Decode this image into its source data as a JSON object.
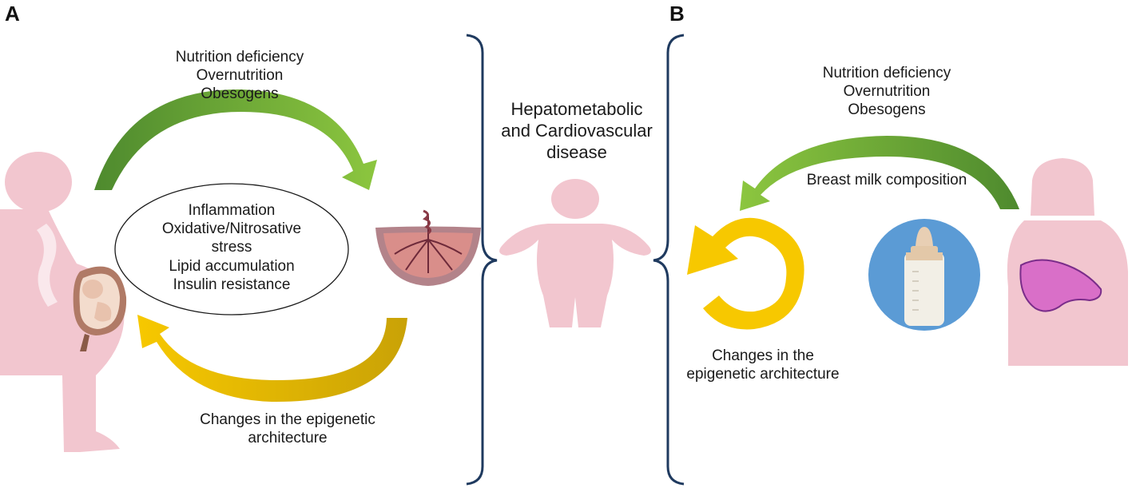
{
  "panels": {
    "a": {
      "label": "A",
      "top_factors": [
        "Nutrition deficiency",
        "Overnutrition",
        "Obesogens"
      ],
      "center_effects": [
        "Inflammation",
        "Oxidative/Nitrosative",
        "stress",
        "Lipid accumulation",
        "Insulin resistance"
      ],
      "bottom_text": [
        "Changes in the epigenetic",
        "architecture"
      ]
    },
    "center": {
      "outcome": [
        "Hepatometabolic",
        "and Cardiovascular",
        "disease"
      ]
    },
    "b": {
      "label": "B",
      "top_factors": [
        "Nutrition deficiency",
        "Overnutrition",
        "Obesogens"
      ],
      "arrow_label": "Breast milk composition",
      "bottom_text": [
        "Changes in the",
        "epigenetic architecture"
      ]
    }
  },
  "icons": [
    "pregnant-woman-icon",
    "fetus-icon",
    "placenta-icon",
    "child-silhouette-icon",
    "mother-silhouette-icon",
    "liver-icon",
    "baby-bottle-icon"
  ],
  "colors": {
    "silhouette_pink": "#f2c6cf",
    "arrow_green_dark": "#4e8a2e",
    "arrow_green_light": "#8cc63f",
    "arrow_gold_dark": "#c9a206",
    "arrow_yellow": "#f7c800",
    "bracket_navy": "#1f3a5f",
    "bottle_circle_blue": "#5b9bd5",
    "liver_magenta": "#d96fc8"
  }
}
